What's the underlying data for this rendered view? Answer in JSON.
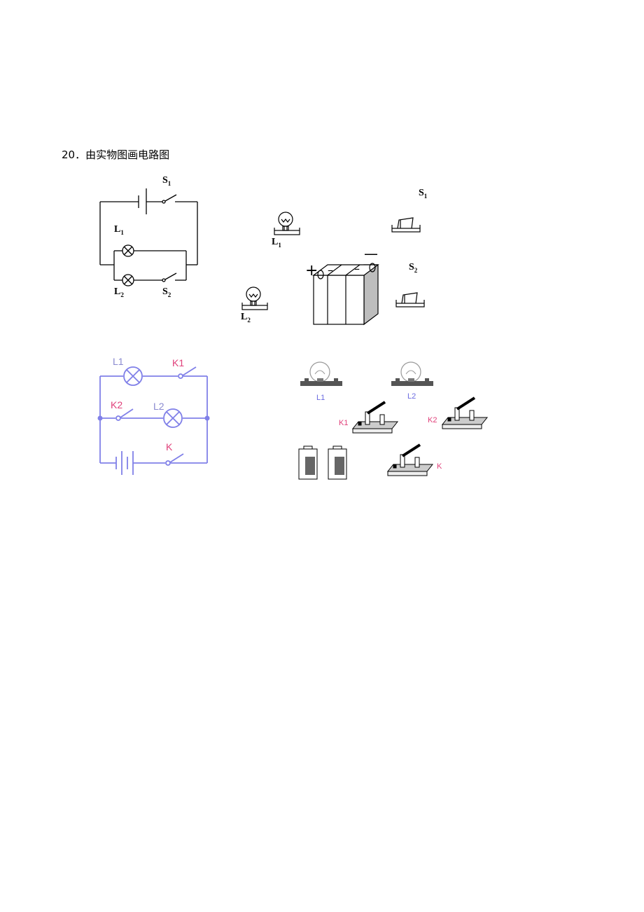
{
  "question": {
    "number": "20．",
    "text": "由实物图画电路图"
  },
  "circuit1": {
    "labels": {
      "S1": "S",
      "S1_sub": "1",
      "L1": "L",
      "L1_sub": "1",
      "L2": "L",
      "L2_sub": "2",
      "S2": "S",
      "S2_sub": "2"
    }
  },
  "physical1": {
    "labels": {
      "S1": "S",
      "S1_sub": "1",
      "L1": "L",
      "L1_sub": "1",
      "L2": "L",
      "L2_sub": "2",
      "S2": "S",
      "S2_sub": "2",
      "plus": "+",
      "minus_top": "—",
      "minus_mid1": "–",
      "minus_mid2": "–"
    }
  },
  "circuit2": {
    "labels": {
      "L1": "L1",
      "K1": "K1",
      "K2": "K2",
      "L2": "L2",
      "K": "K"
    },
    "colors": {
      "wire": "#8080e8",
      "label_lamp": "#8a8ad0",
      "label_switch": "#e8407a"
    }
  },
  "physical2": {
    "labels": {
      "L1": "L1",
      "L2": "L2",
      "K1": "K1",
      "K2": "K2",
      "K": "K"
    }
  }
}
